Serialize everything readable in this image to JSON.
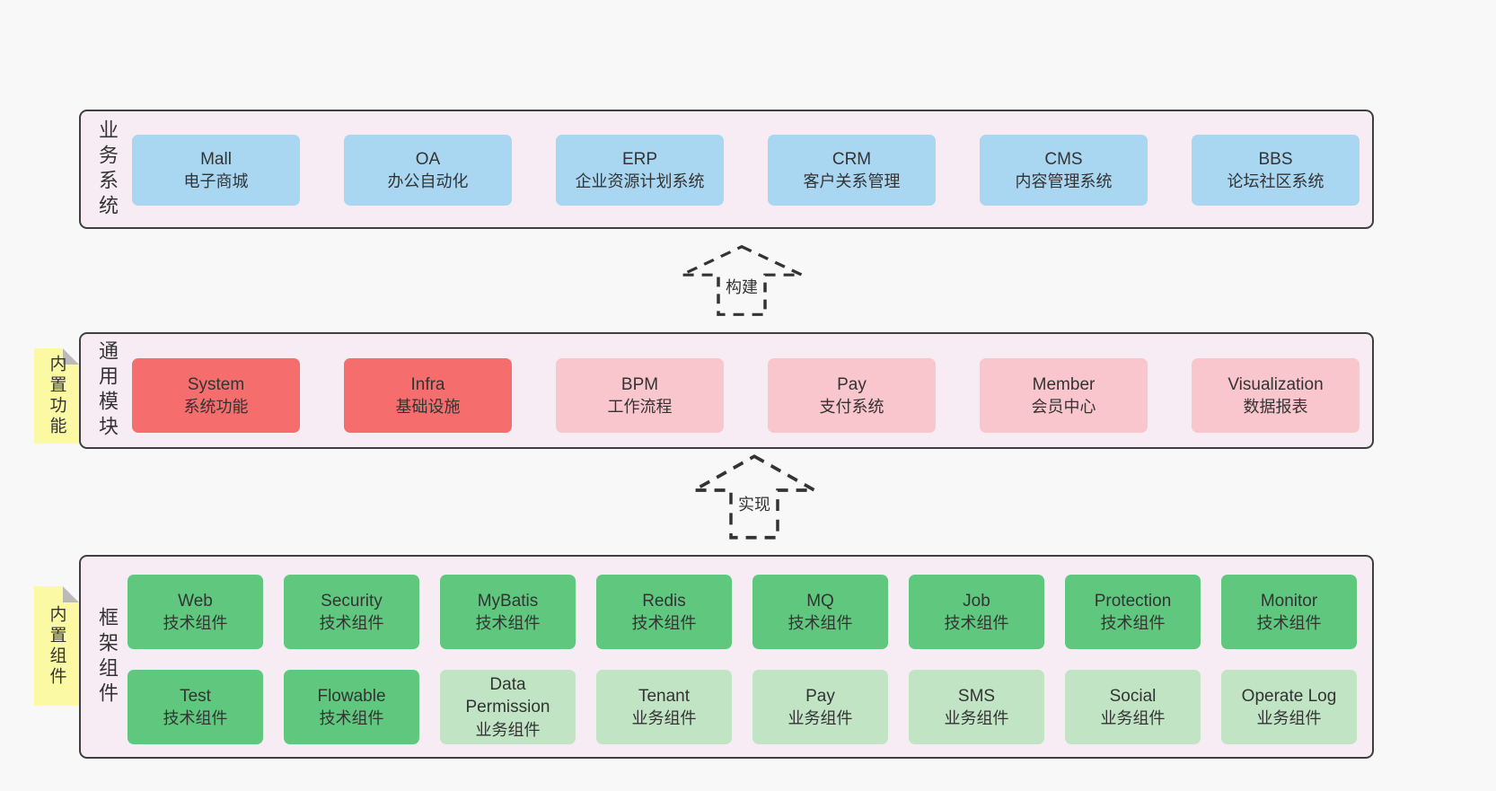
{
  "colors": {
    "container_bg": "#f7ecf4",
    "container_border": "#3f3f3f",
    "box_blue": "#a9d7f2",
    "box_red": "#f56d6d",
    "box_pink": "#f9c6cd",
    "box_green": "#60c87e",
    "box_green_light": "#c1e5c4",
    "sticky_yellow": "#fbf9a4",
    "sticky_fold": "#bababa",
    "arrow_stroke": "#333333",
    "text": "#333333"
  },
  "sections": {
    "business": {
      "label": "业务系统",
      "boxes": [
        {
          "title": "Mall",
          "subtitle": "电子商城",
          "type": "blue"
        },
        {
          "title": "OA",
          "subtitle": "办公自动化",
          "type": "blue"
        },
        {
          "title": "ERP",
          "subtitle": "企业资源计划系统",
          "type": "blue"
        },
        {
          "title": "CRM",
          "subtitle": "客户关系管理",
          "type": "blue"
        },
        {
          "title": "CMS",
          "subtitle": "内容管理系统",
          "type": "blue"
        },
        {
          "title": "BBS",
          "subtitle": "论坛社区系统",
          "type": "blue"
        }
      ]
    },
    "modules": {
      "label": "通用模块",
      "sticky_note": "内置功能",
      "boxes": [
        {
          "title": "System",
          "subtitle": "系统功能",
          "type": "red"
        },
        {
          "title": "Infra",
          "subtitle": "基础设施",
          "type": "red"
        },
        {
          "title": "BPM",
          "subtitle": "工作流程",
          "type": "pink"
        },
        {
          "title": "Pay",
          "subtitle": "支付系统",
          "type": "pink"
        },
        {
          "title": "Member",
          "subtitle": "会员中心",
          "type": "pink"
        },
        {
          "title": "Visualization",
          "subtitle": "数据报表",
          "type": "pink"
        }
      ]
    },
    "framework": {
      "label": "框架组件",
      "sticky_note": "内置组件",
      "rows": [
        [
          {
            "title": "Web",
            "subtitle": "技术组件",
            "type": "green"
          },
          {
            "title": "Security",
            "subtitle": "技术组件",
            "type": "green"
          },
          {
            "title": "MyBatis",
            "subtitle": "技术组件",
            "type": "green"
          },
          {
            "title": "Redis",
            "subtitle": "技术组件",
            "type": "green"
          },
          {
            "title": "MQ",
            "subtitle": "技术组件",
            "type": "green"
          },
          {
            "title": "Job",
            "subtitle": "技术组件",
            "type": "green"
          },
          {
            "title": "Protection",
            "subtitle": "技术组件",
            "type": "green"
          },
          {
            "title": "Monitor",
            "subtitle": "技术组件",
            "type": "green"
          }
        ],
        [
          {
            "title": "Test",
            "subtitle": "技术组件",
            "type": "green"
          },
          {
            "title": "Flowable",
            "subtitle": "技术组件",
            "type": "green"
          },
          {
            "title": "Data Permission",
            "subtitle": "业务组件",
            "type": "green-light"
          },
          {
            "title": "Tenant",
            "subtitle": "业务组件",
            "type": "green-light"
          },
          {
            "title": "Pay",
            "subtitle": "业务组件",
            "type": "green-light"
          },
          {
            "title": "SMS",
            "subtitle": "业务组件",
            "type": "green-light"
          },
          {
            "title": "Social",
            "subtitle": "业务组件",
            "type": "green-light"
          },
          {
            "title": "Operate Log",
            "subtitle": "业务组件",
            "type": "green-light"
          }
        ]
      ]
    }
  },
  "arrows": [
    {
      "label": "构建"
    },
    {
      "label": "实现"
    }
  ]
}
